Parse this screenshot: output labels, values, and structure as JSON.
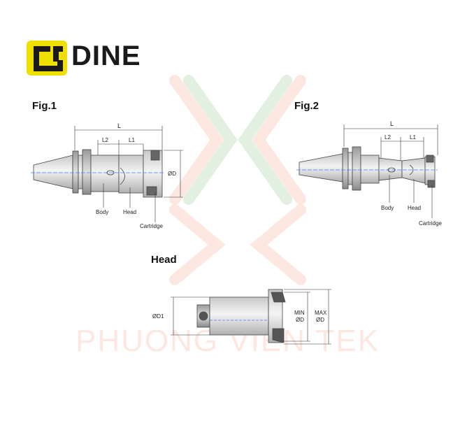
{
  "brand": {
    "name": "DINE",
    "logo_color": "#f0e000"
  },
  "watermark": {
    "text": "PHUONG VIEN TEK",
    "color": "#f0a080"
  },
  "fig1": {
    "title": "Fig.1",
    "dim_l": "L",
    "dim_l2": "L2",
    "dim_l1": "L1",
    "dim_d": "ØD",
    "label_body": "Body",
    "label_head": "Head",
    "label_cartridge": "Cartridge"
  },
  "fig2": {
    "title": "Fig.2",
    "dim_l": "L",
    "dim_l2": "L2",
    "dim_l1": "L1",
    "label_body": "Body",
    "label_head": "Head",
    "label_cartridge": "Cartridge"
  },
  "head": {
    "title": "Head",
    "dim_d1": "ØD1",
    "dim_min_line1": "MIN",
    "dim_min_line2": "ØD",
    "dim_max_line1": "MAX",
    "dim_max_line2": "ØD"
  }
}
